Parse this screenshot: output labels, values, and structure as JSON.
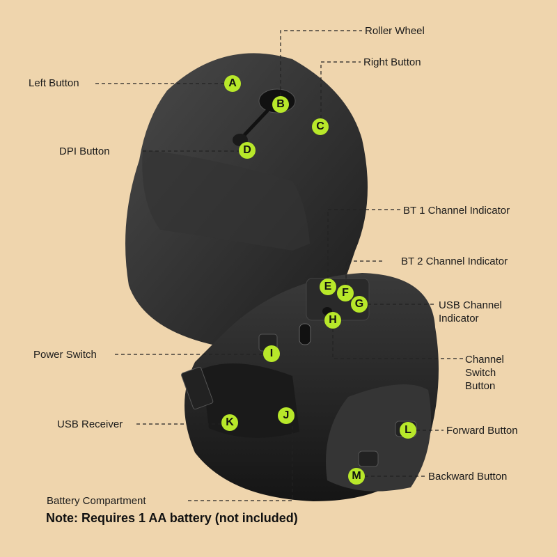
{
  "labels": {
    "left_button": "Left Button",
    "roller_wheel": "Roller Wheel",
    "right_button": "Right Button",
    "dpi_button": "DPI Button",
    "bt1": "BT 1  Channel Indicator",
    "bt2": "BT 2  Channel Indicator",
    "usb_channel_1": "USB Channel",
    "usb_channel_2": "Indicator",
    "power_switch": "Power Switch",
    "channel_switch_1": "Channel",
    "channel_switch_2": "Switch",
    "channel_switch_3": "Button",
    "usb_receiver": "USB Receiver",
    "forward_button": "Forward Button",
    "backward_button": "Backward Button",
    "battery_compartment": "Battery Compartment"
  },
  "badges": {
    "a": "A",
    "b": "B",
    "c": "C",
    "d": "D",
    "e": "E",
    "f": "F",
    "g": "G",
    "h": "H",
    "i": "I",
    "j": "J",
    "k": "K",
    "l": "L",
    "m": "M"
  },
  "note": "Note: Requires 1 AA battery (not included)",
  "colors": {
    "background": "#EFD5AD",
    "badge": "#B8E82A",
    "mouse": "#2b2b2b"
  }
}
